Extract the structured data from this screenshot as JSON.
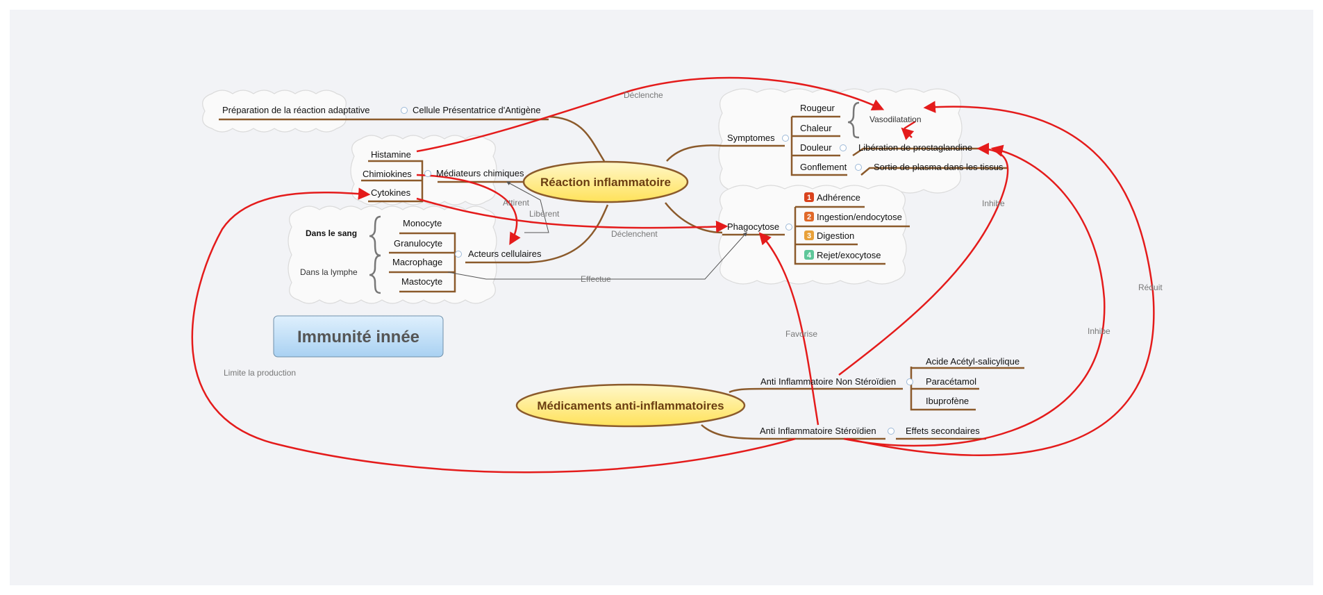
{
  "title": "Immunité innée",
  "central_topics": {
    "reaction": "Réaction inflammatoire",
    "medicaments": "Médicaments anti-inflammatoires"
  },
  "left_branches": {
    "preparation": "Préparation de la réaction adaptative",
    "cpa": "Cellule Présentatrice d'Antigène",
    "mediateurs": "Médiateurs chimiques",
    "histamine": "Histamine",
    "chimiokines": "Chimiokines",
    "cytokines": "Cytokines",
    "acteurs": "Acteurs cellulaires",
    "monocyte": "Monocyte",
    "granulocyte": "Granulocyte",
    "macrophage": "Macrophage",
    "mastocyte": "Mastocyte",
    "dans_le_sang": "Dans le sang",
    "dans_la_lymphe": "Dans la lymphe"
  },
  "right_branches": {
    "symptomes": "Symptomes",
    "rougeur": "Rougeur",
    "chaleur": "Chaleur",
    "douleur": "Douleur",
    "gonflement": "Gonflement",
    "vasodilatation": "Vasodilatation",
    "liberation": "Libération de prostaglandine",
    "sortie": "Sortie de plasma dans les tissus",
    "phagocytose": "Phagocytose",
    "steps": [
      {
        "num": "1",
        "label": "Adhérence",
        "color": "#d9431e"
      },
      {
        "num": "2",
        "label": "Ingestion/endocytose",
        "color": "#e0692a"
      },
      {
        "num": "3",
        "label": "Digestion",
        "color": "#e8a13a"
      },
      {
        "num": "4",
        "label": "Rejet/exocytose",
        "color": "#5fc79a"
      }
    ]
  },
  "medicaments": {
    "ains": "Anti Inflammatoire Non Stéroïdien",
    "ais": "Anti Inflammatoire Stéroïdien",
    "aspirine": "Acide Acétyl-salicylique",
    "paracetamol": "Paracétamol",
    "ibuprofene": "Ibuprofène",
    "effets": "Effets secondaires"
  },
  "relation_labels": {
    "declenche": "Déclenche",
    "attirent": "Attirent",
    "liberent": "Libèrent",
    "declenchent": "Déclenchent",
    "effectue": "Effectue",
    "inhibe1": "Inhibe",
    "inhibe2": "Inhibe",
    "reduit": "Réduit",
    "favorise": "Favorise",
    "limite": "Limite la production"
  },
  "colors": {
    "branch": "#8b5a2b",
    "relation": "#e41b1b",
    "cloud_fill": "#f9f9f9",
    "cloud_stroke": "#d8d8d8",
    "topic_fill": "#fff0a0",
    "title_fill": "#bcdcf5"
  }
}
